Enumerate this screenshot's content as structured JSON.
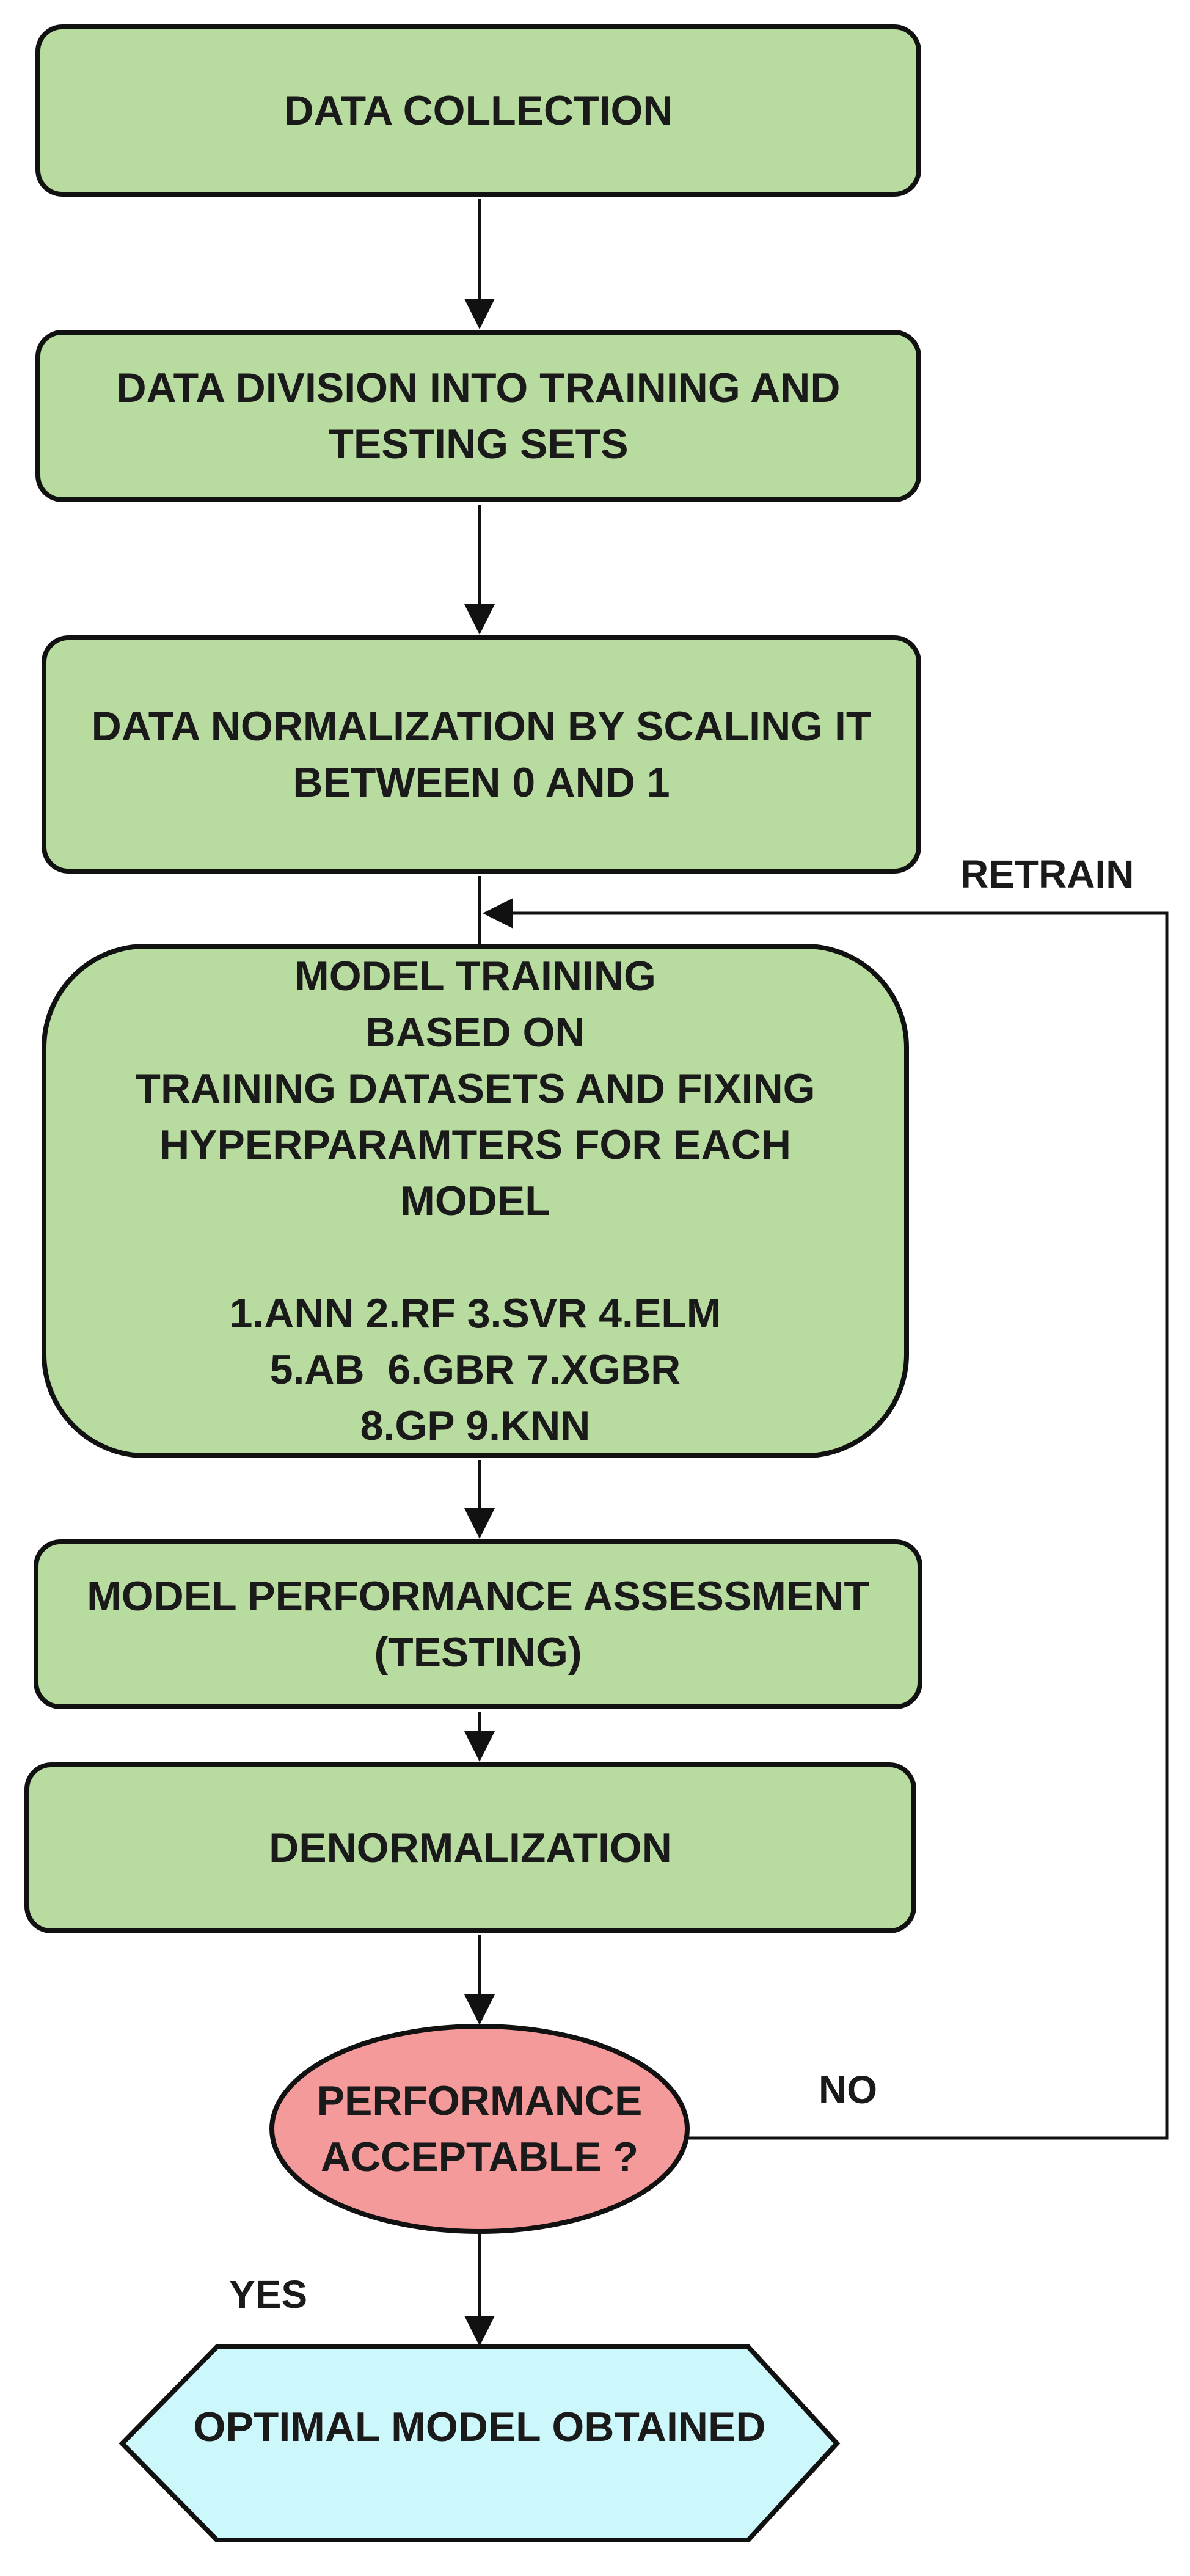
{
  "colors": {
    "process_fill": "#b8dba0",
    "decision_fill": "#f59a9a",
    "terminal_fill": "#ccf7fb",
    "stroke": "#111111"
  },
  "steps": {
    "data_collection": "DATA COLLECTION",
    "data_division": [
      "DATA DIVISION INTO TRAINING AND",
      "TESTING SETS"
    ],
    "data_normalization": [
      "DATA NORMALIZATION BY SCALING IT",
      "BETWEEN 0 AND 1"
    ],
    "model_training": {
      "lines": [
        "MODEL TRAINING",
        "BASED ON",
        "TRAINING DATASETS AND FIXING",
        "HYPERPARAMTERS FOR EACH",
        "MODEL"
      ],
      "models": [
        "1.ANN 2.RF 3.SVR 4.ELM",
        "5.AB  6.GBR 7.XGBR",
        "8.GP 9.KNN"
      ]
    },
    "performance_assessment": [
      "MODEL PERFORMANCE ASSESSMENT",
      "(TESTING)"
    ],
    "denormalization": "DENORMALIZATION"
  },
  "decision": {
    "lines": [
      "PERFORMANCE",
      "ACCEPTABLE ?"
    ],
    "no_label": "NO",
    "yes_label": "YES"
  },
  "loop_label": "RETRAIN",
  "terminal": "OPTIMAL MODEL OBTAINED"
}
